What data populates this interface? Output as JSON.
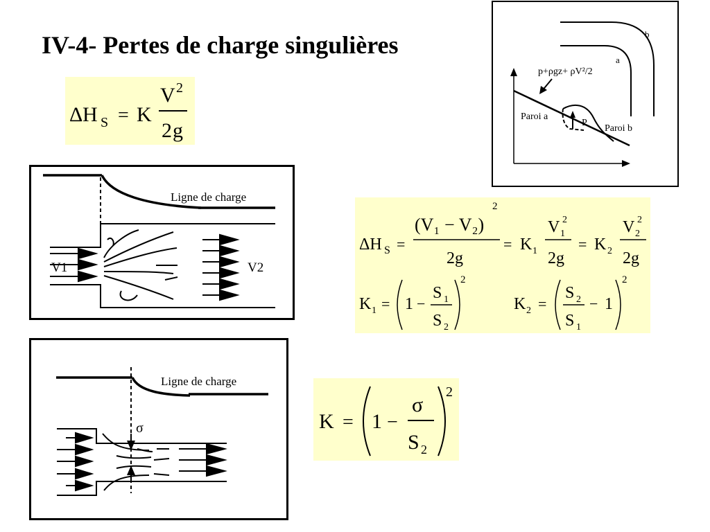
{
  "slide": {
    "title": "IV-4- Pertes de charge singulières"
  },
  "formula_main": {
    "delta": "Δ",
    "H": "H",
    "S": "S",
    "eq": "=",
    "K": "K",
    "V": "V",
    "two": "2",
    "g": "g"
  },
  "diagram_bend": {
    "label_b": "b",
    "label_a": "a",
    "line_label": "p+ρgz+ ρV²/2",
    "paroi_a": "Paroi a",
    "paroi_b": "Paroi b",
    "p_label": "P"
  },
  "diagram_enlargement": {
    "ligne": "Ligne de charge",
    "v1": "V1",
    "v2": "V2"
  },
  "formula_enlargement": {
    "lhs": "ΔH",
    "lhs_sub": "S",
    "eq": "=",
    "num": "(V₁ − V₂)",
    "num_exp": "2",
    "den": "2g",
    "k1": "K",
    "k1_sub": "1",
    "v1": "V",
    "v1_sub": "1",
    "v1_exp": "2",
    "k2": "K",
    "k2_sub": "2",
    "v2": "V",
    "v2_sub": "2",
    "v2_exp": "2",
    "row2_k1": "K",
    "row2_k1_sub": "1",
    "one": "1",
    "minus": "−",
    "s": "S",
    "s1_sub": "1",
    "s2_sub": "2",
    "exp": "2",
    "row2_k2": "K",
    "row2_k2_sub": "2"
  },
  "diagram_contraction": {
    "ligne": "Ligne de charge",
    "sigma": "σ"
  },
  "formula_contraction": {
    "K": "K",
    "eq": "=",
    "one": "1",
    "minus": "−",
    "sigma": "σ",
    "S": "S",
    "S_sub": "2",
    "exp": "2"
  },
  "colors": {
    "formula_bg": "#ffffcc",
    "ink": "#000000"
  }
}
